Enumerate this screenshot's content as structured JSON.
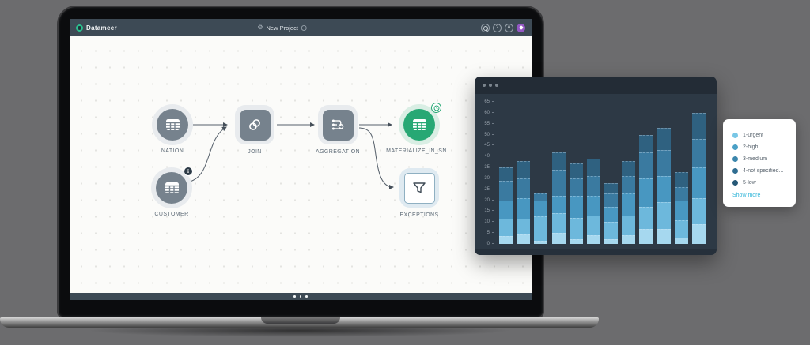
{
  "app": {
    "brand": "Datameer",
    "header": {
      "project_title": "New Project"
    }
  },
  "canvas": {
    "nodes": [
      {
        "label": "NATION"
      },
      {
        "label": "CUSTOMER"
      },
      {
        "label": "JOIN"
      },
      {
        "label": "AGGREGATION"
      },
      {
        "label": "MATERIALIZE_IN_SN..."
      },
      {
        "label": "EXCEPTIONS"
      }
    ]
  },
  "chart_data": {
    "type": "bar",
    "stacked": true,
    "bars": 12,
    "title": "",
    "xlabel": "",
    "ylabel": "",
    "ylim": [
      0,
      65
    ],
    "yticks": [
      0,
      5,
      10,
      15,
      20,
      25,
      30,
      35,
      40,
      45,
      50,
      55,
      60,
      65
    ],
    "grid": false,
    "legend_position": "outside-right",
    "series": [
      {
        "name": "1-urgent",
        "color": "#a6d8ef",
        "values": [
          3.5,
          4.5,
          1.5,
          5,
          2,
          4,
          2,
          4,
          7,
          7,
          3,
          9
        ]
      },
      {
        "name": "2-high",
        "color": "#6db8dc",
        "values": [
          8,
          7,
          11,
          9,
          10,
          9,
          8,
          9,
          10,
          12,
          8,
          12
        ]
      },
      {
        "name": "3-medium",
        "color": "#4897c1",
        "values": [
          8.5,
          9.5,
          7.5,
          8,
          10,
          9,
          7,
          10,
          13,
          12,
          9,
          14
        ]
      },
      {
        "name": "4-not specified",
        "color": "#3a7aa0",
        "values": [
          9,
          9,
          3,
          12,
          8,
          9,
          6,
          8,
          12,
          12,
          6,
          13
        ]
      },
      {
        "name": "5-low",
        "color": "#2f6180",
        "values": [
          6,
          8,
          0,
          8,
          7,
          8,
          5,
          7,
          8,
          10,
          7,
          12
        ]
      }
    ],
    "totals": [
      35,
      38,
      23,
      42,
      37,
      39,
      28,
      38,
      50,
      53,
      33,
      60
    ]
  },
  "legend": {
    "items": [
      {
        "label": "1-urgent",
        "color": "#79c7e6"
      },
      {
        "label": "2-high",
        "color": "#4aa0c6"
      },
      {
        "label": "3-medium",
        "color": "#3b86ac"
      },
      {
        "label": "4-not specified...",
        "color": "#2f6d91"
      },
      {
        "label": "5-low",
        "color": "#265877"
      }
    ],
    "show_more": "Show more"
  },
  "colors": {
    "header_bar": "#3d4a55",
    "node_gray": "#76828d",
    "node_green": "#27a874",
    "chart_window_body": "#2d3945",
    "chart_titlebar": "#232c36",
    "legend_link": "#2eb4d8",
    "page_background": "#6c6c6e"
  }
}
